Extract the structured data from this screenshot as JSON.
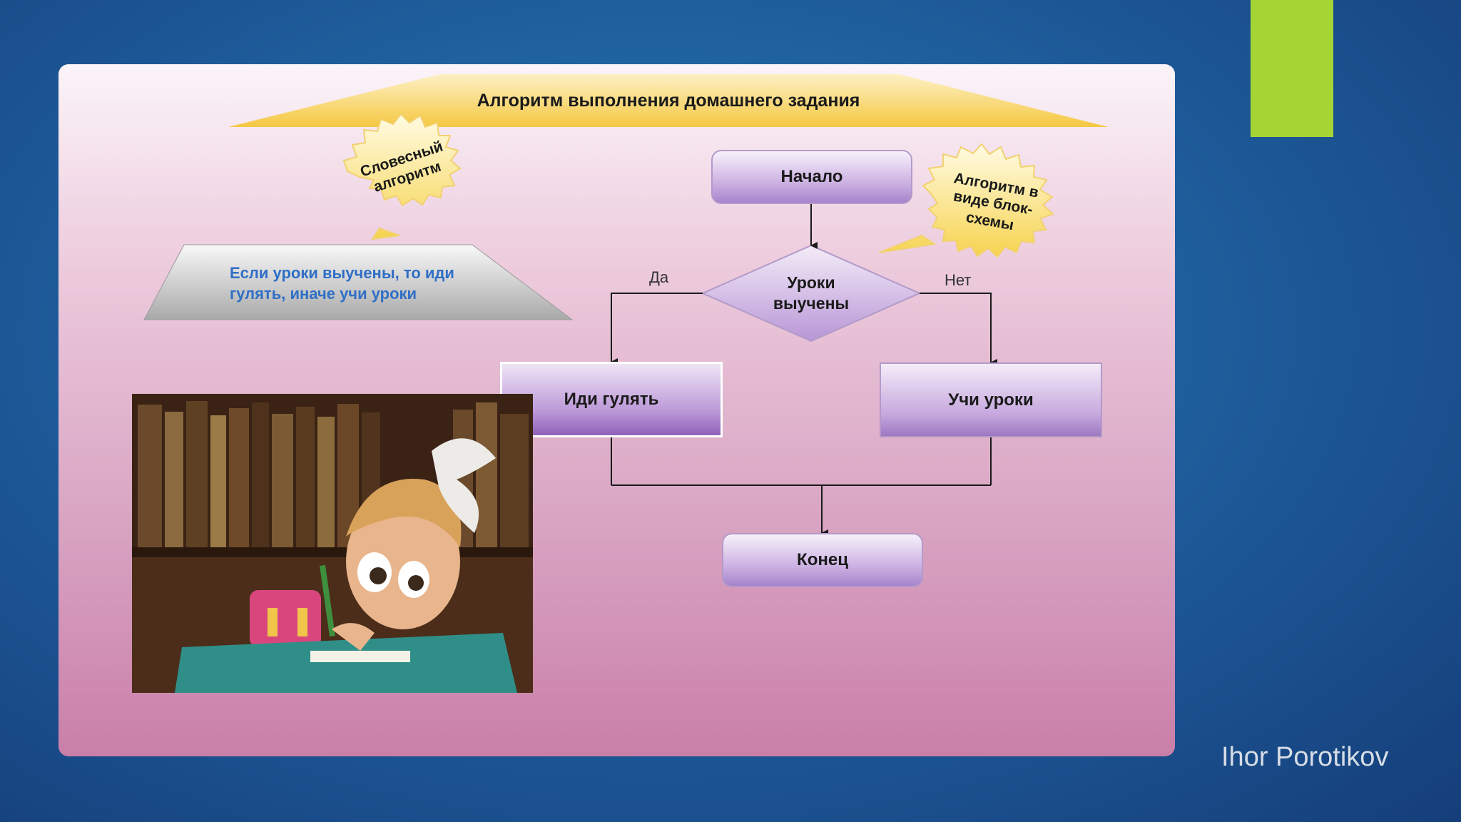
{
  "slide": {
    "title": "Алгоритм выполнения домашнего задания",
    "author": "Ihor Porotikov"
  },
  "callouts": {
    "verbal": "Словесный алгоритм",
    "flowchart": "Алгоритм в виде блок-схемы"
  },
  "verbal_algorithm": {
    "text": "Если уроки выучены, то иди гулять, иначе учи уроки"
  },
  "flowchart": {
    "start": "Начало",
    "decision": "Уроки выучены",
    "yes_label": "Да",
    "no_label": "Нет",
    "yes_action": "Иди гулять",
    "no_action": "Учи уроки",
    "end": "Конец"
  },
  "colors": {
    "background": "#1f5f9e",
    "accent": "#a5d435",
    "title_banner": "#f7d04a",
    "node": "#c6a8de",
    "verbal_text": "#2f6fc6"
  }
}
